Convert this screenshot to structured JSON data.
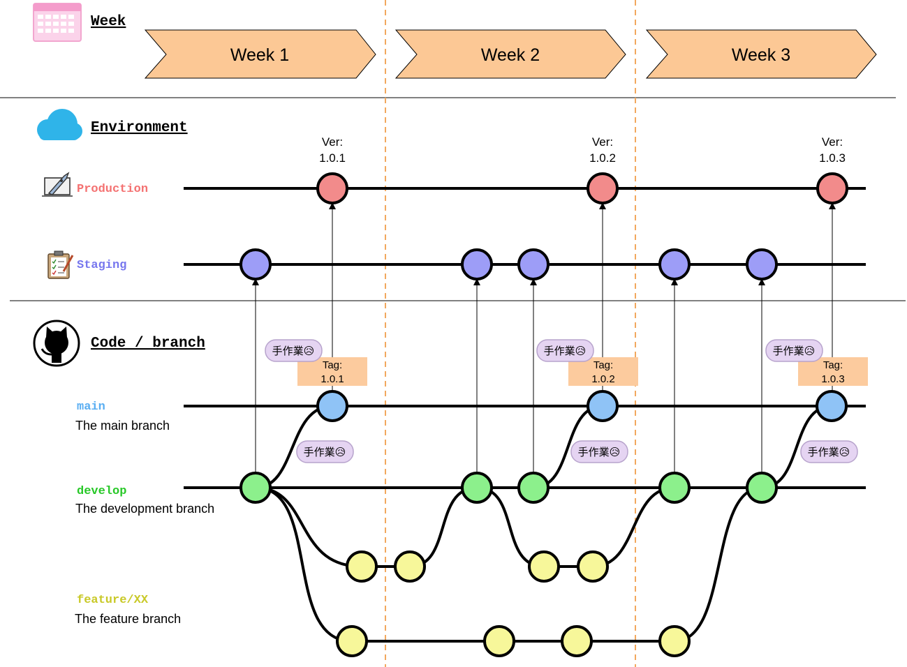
{
  "colors": {
    "production": "#F28B8B",
    "staging": "#9D9DF7",
    "main": "#8FC3F6",
    "develop": "#8CF08C",
    "feature": "#F7F79A",
    "week_arrow": "#FCC895",
    "tag_box": "#FCCB9E",
    "pill": "#E5D4F2",
    "pill_border": "#B7A3CC",
    "divider": "#F2A85E",
    "production_label": "#F47272",
    "staging_label": "#7777EE",
    "main_label": "#5AAEF2",
    "develop_label": "#28C828",
    "feature_label": "#C9C928"
  },
  "sections": {
    "week": "Week",
    "environment": "Environment",
    "code": "Code / branch"
  },
  "weeks": [
    "Week 1",
    "Week 2",
    "Week 3"
  ],
  "rows": {
    "production": "Production",
    "staging": "Staging",
    "main": {
      "name": "main",
      "desc": "The main branch"
    },
    "develop": {
      "name": "develop",
      "desc": "The development branch"
    },
    "feature": {
      "name": "feature/XX",
      "desc": "The feature branch"
    }
  },
  "versions": [
    {
      "label": "Ver:",
      "value": "1.0.1"
    },
    {
      "label": "Ver:",
      "value": "1.0.2"
    },
    {
      "label": "Ver:",
      "value": "1.0.3"
    }
  ],
  "tags": [
    {
      "label": "Tag:",
      "value": "1.0.1"
    },
    {
      "label": "Tag:",
      "value": "1.0.2"
    },
    {
      "label": "Tag:",
      "value": "1.0.3"
    }
  ],
  "manual_work": "手作業😥",
  "icons": {
    "week": "calendar-icon",
    "environment": "cloud-icon",
    "production": "rocket-icon",
    "staging": "clipboard-icon",
    "code": "github-icon"
  }
}
